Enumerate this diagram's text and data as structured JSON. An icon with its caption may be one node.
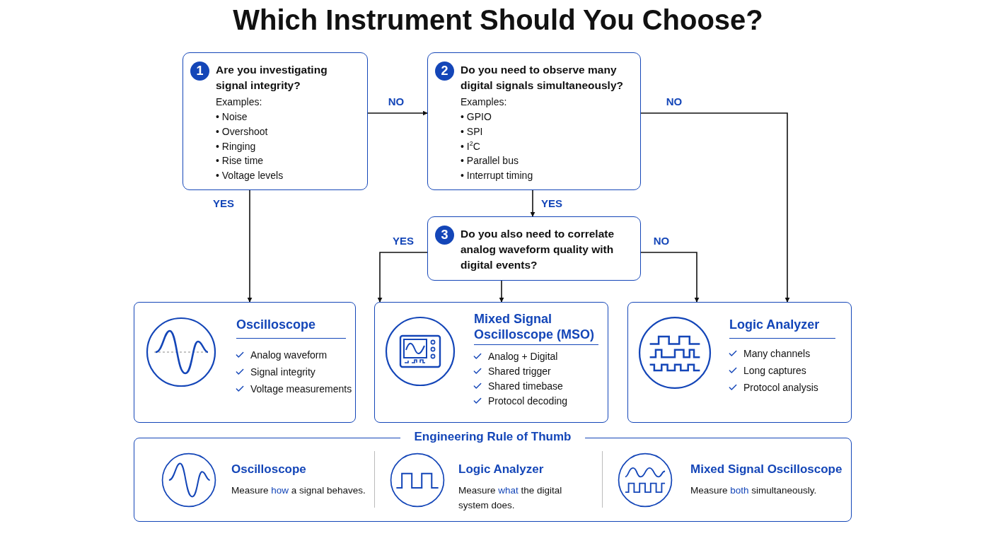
{
  "diagram": {
    "title": "Which Instrument Should You Choose?",
    "nodes": [
      {
        "text": [
          "1",
          "Are you investigating signal integrity?",
          "Examples:",
          "• Noise",
          "• Overshoot",
          "• Ringing",
          "• Rise time",
          "• Voltage levels"
        ]
      },
      {
        "text": [
          "2",
          "Do you need to observe many digital signals simultaneously?",
          "Examples:",
          "• GPIO",
          "• SPI",
          "• I$^{2}$C",
          "• Parallel bus",
          "• Interrupt timing"
        ]
      },
      {
        "text": [
          "3",
          "Do you also need to correlate analog waveform quality with digital events?"
        ]
      },
      {
        "text": [
          "Oscilloscope",
          "Analog waveform",
          "Signal integrity",
          "Voltage measurements"
        ]
      },
      {
        "text": [
          "Mixed Signal Oscilloscope (MSO)",
          "Analog + Digital",
          "Shared trigger",
          "Shared timebase",
          "Protocol decoding"
        ]
      },
      {
        "text": [
          "Logic Analyzer",
          "Many channels",
          "Long captures",
          "Protocol analysis"
        ]
      },
      {
        "text": [
          "Engineering Rule of Thumb",
          "Oscilloscope",
          "Measure **how** a signal behaves.",
          "Logic Analyzer",
          "Measure **what** the digital system does.",
          "Mixed Signal Oscilloscope",
          "Measure **both** simultaneously."
        ]
      }
    ],
    "edges": [
      {
        "from": 0,
        "to": 1,
        "arrow": "to",
        "label": "NO"
      },
      {
        "from": 0,
        "to": 3,
        "arrow": "to",
        "label": "YES"
      },
      {
        "from": 1,
        "to": 2,
        "arrow": "to",
        "label": "YES"
      },
      {
        "from": 1,
        "to": 5,
        "arrow": "to",
        "label": "NO"
      },
      {
        "from": 2,
        "to": 4,
        "arrow": "to",
        "label": "YES"
      },
      {
        "from": 2,
        "to": 4,
        "arrow": "to"
      },
      {
        "from": 2,
        "to": 5,
        "arrow": "to",
        "label": "NO"
      }
    ]
  }
}
